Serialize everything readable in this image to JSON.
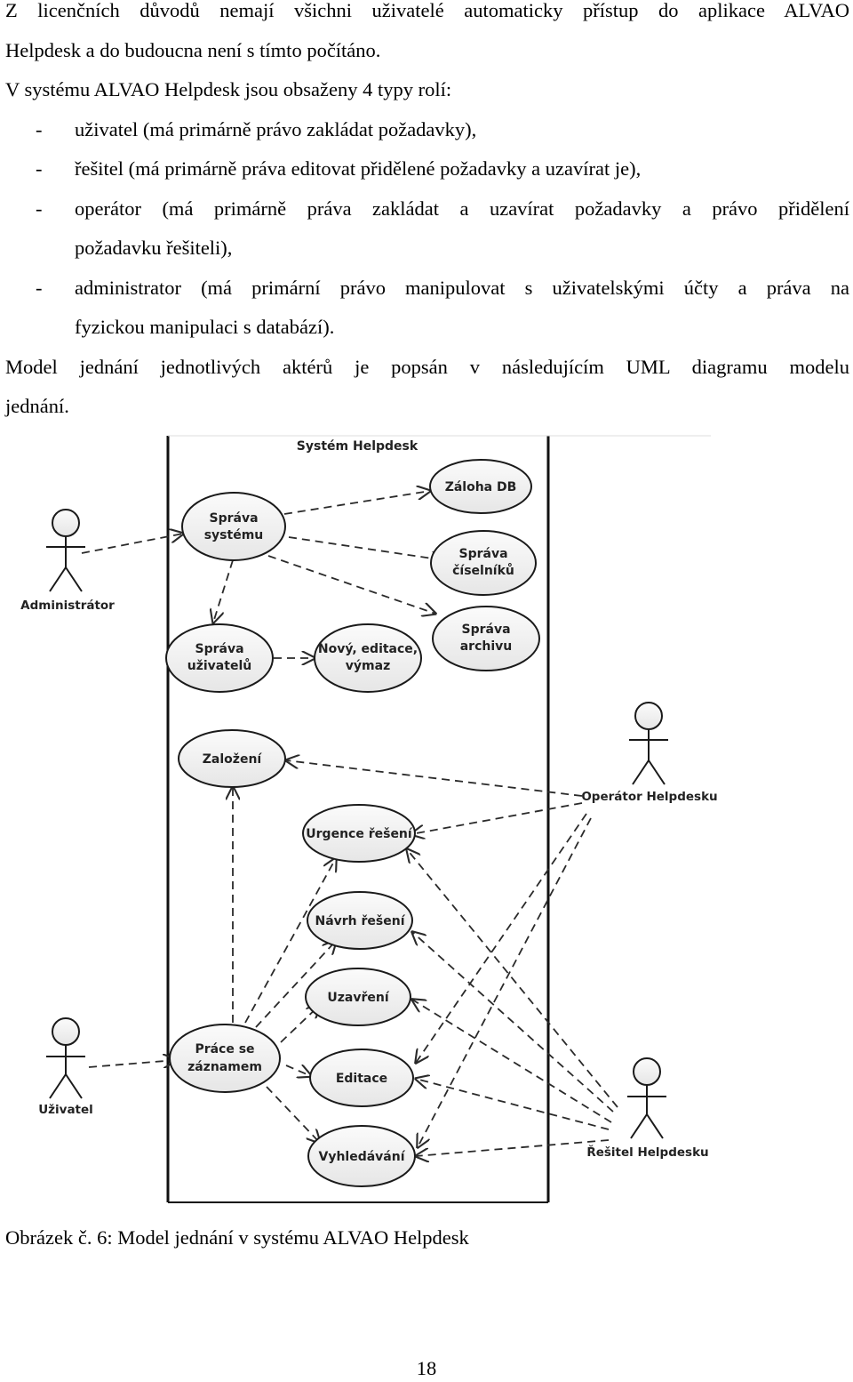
{
  "paragraphs": {
    "p1_line1": "Z licenčních důvodů nemají všichni uživatelé automaticky přístup do aplikace ALVAO",
    "p1_line2": "Helpdesk a do budoucna není s tímto počítáno.",
    "p2_intro": "V systému ALVAO Helpdesk jsou obsaženy 4 typy rolí:",
    "bullet_dash": "-",
    "roles": [
      "uživatel (má primárně právo zakládat požadavky),",
      "řešitel (má primárně práva editovat přidělené požadavky a uzavírat je),",
      "operátor (má primárně práva zakládat a uzavírat požadavky a právo přidělení",
      "požadavku řešiteli),",
      "administrator (má primární právo manipulovat s uživatelskými účty a práva na",
      "fyzickou manipulaci s databází)."
    ],
    "p3_line1": "Model jednání jednotlivých aktérů je popsán v následujícím UML diagramu modelu",
    "p3_line2": "jednání."
  },
  "diagram": {
    "system_label": "Systém Helpdesk",
    "actors": {
      "administrator": "Administrátor",
      "operator": "Operátor Helpdesku",
      "user": "Uživatel",
      "solver": "Řešitel Helpdesku"
    },
    "use_cases": {
      "sprava_systemu": [
        "Správa",
        "systému"
      ],
      "zaloha_db": [
        "Záloha DB"
      ],
      "sprava_ciselniku": [
        "Správa",
        "číselníků"
      ],
      "sprava_uzivatelu": [
        "Správa",
        "uživatelů"
      ],
      "novy_editace_vymaz": [
        "Nový, editace,",
        "výmaz"
      ],
      "sprava_archivu": [
        "Správa",
        "archivu"
      ],
      "zalozeni": [
        "Založení"
      ],
      "urgence_reseni": [
        "Urgence řešení"
      ],
      "navrh_reseni": [
        "Návrh řešení"
      ],
      "uzavreni": [
        "Uzavření"
      ],
      "prace_se_zaznamem": [
        "Práce se",
        "záznamem"
      ],
      "editace": [
        "Editace"
      ],
      "vyhledavani": [
        "Vyhledávání"
      ]
    },
    "colors": {
      "use_case_fill": "#f3f3f3",
      "stroke": "#1a1a1a",
      "edge": "#2a2a2a"
    }
  },
  "caption": "Obrázek č. 6: Model jednání v systému ALVAO Helpdesk",
  "page_number": "18"
}
